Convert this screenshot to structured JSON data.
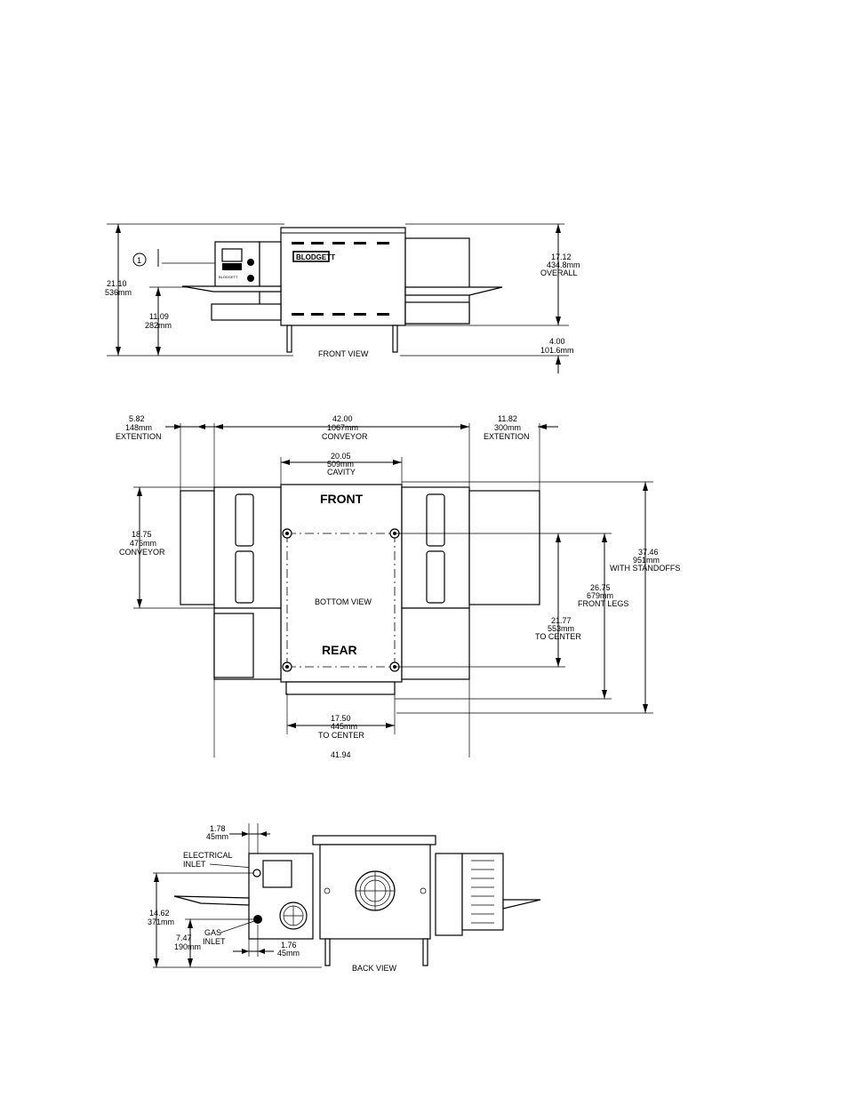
{
  "front_view": {
    "title": "FRONT VIEW",
    "callout": "1",
    "brand_label": "BLODGETT",
    "panel_brand": "BLODGETT",
    "dims": {
      "overall_height": [
        "21.10",
        "536mm"
      ],
      "conveyor_height": [
        "11.09",
        "282mm"
      ],
      "overall_width": [
        "17.12",
        "434.8mm",
        "OVERALL"
      ],
      "leg_height": [
        "4.00",
        "101.6mm"
      ]
    }
  },
  "bottom_view": {
    "title": "BOTTOM VIEW",
    "front_label": "FRONT",
    "rear_label": "REAR",
    "dims": {
      "left_extension": [
        "5.82",
        "148mm",
        "EXTENTION"
      ],
      "conveyor_length": [
        "42.00",
        "1067mm",
        "CONVEYOR"
      ],
      "right_extension": [
        "11.82",
        "300mm",
        "EXTENTION"
      ],
      "cavity": [
        "20.05",
        "509mm",
        "CAVITY"
      ],
      "conveyor_width": [
        "18.75",
        "476mm",
        "CONVEYOR"
      ],
      "with_standoffs": [
        "37.46",
        "951mm",
        "WITH STANDOFFS"
      ],
      "front_legs": [
        "26.75",
        "679mm",
        "FRONT LEGS"
      ],
      "to_center_vertical": [
        "21.77",
        "553mm",
        "TO CENTER"
      ],
      "to_center_horizontal": [
        "17.50",
        "445mm",
        "TO CENTER"
      ],
      "overall_bottom": "41.94"
    }
  },
  "back_view": {
    "title": "BACK VIEW",
    "electrical_inlet": [
      "ELECTRICAL",
      "INLET"
    ],
    "gas_inlet": [
      "GAS",
      "INLET"
    ],
    "dims": {
      "top_offset": [
        "1.78",
        "45mm"
      ],
      "height": [
        "14.62",
        "371mm"
      ],
      "gas_height": [
        "7.47",
        "190mm"
      ],
      "bottom_offset": [
        "1.76",
        "45mm"
      ]
    }
  }
}
